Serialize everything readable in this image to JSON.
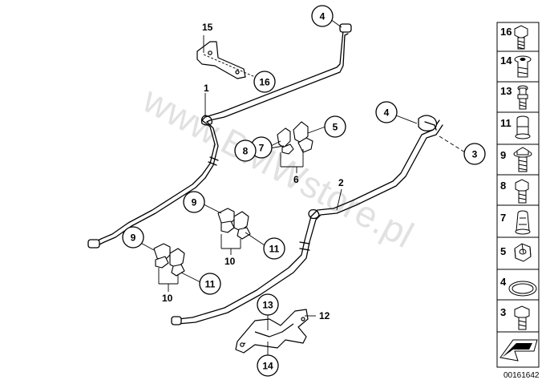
{
  "diagram": {
    "circled_callouts": [
      {
        "id": "c4a",
        "label": "4"
      },
      {
        "id": "c16",
        "label": "16"
      },
      {
        "id": "c5",
        "label": "5"
      },
      {
        "id": "c7",
        "label": "7"
      },
      {
        "id": "c8",
        "label": "8"
      },
      {
        "id": "c4b",
        "label": "4"
      },
      {
        "id": "c3",
        "label": "3"
      },
      {
        "id": "c9a",
        "label": "9"
      },
      {
        "id": "c11a",
        "label": "11"
      },
      {
        "id": "c9b",
        "label": "9"
      },
      {
        "id": "c11b",
        "label": "11"
      },
      {
        "id": "c13",
        "label": "13"
      },
      {
        "id": "c14",
        "label": "14"
      }
    ],
    "plain_labels": [
      {
        "id": "p15",
        "label": "15"
      },
      {
        "id": "p1",
        "label": "1"
      },
      {
        "id": "p6",
        "label": "6"
      },
      {
        "id": "p2",
        "label": "2"
      },
      {
        "id": "p10a",
        "label": "10"
      },
      {
        "id": "p10b",
        "label": "10"
      },
      {
        "id": "p12",
        "label": "12"
      }
    ],
    "watermark": "www.BMWstore.pl"
  },
  "legend": {
    "items": [
      {
        "label": "16",
        "icon": "bolt-icon"
      },
      {
        "label": "14",
        "icon": "rivet-icon"
      },
      {
        "label": "13",
        "icon": "stud-bolt-icon"
      },
      {
        "label": "11",
        "icon": "nut-sleeve-icon"
      },
      {
        "label": "9",
        "icon": "washer-bolt-icon"
      },
      {
        "label": "8",
        "icon": "hex-bolt-icon"
      },
      {
        "label": "7",
        "icon": "clip-nut-icon"
      },
      {
        "label": "5",
        "icon": "hex-nut-icon"
      },
      {
        "label": "4",
        "icon": "seal-ring-icon"
      },
      {
        "label": "3",
        "icon": "bolt-icon"
      }
    ],
    "direction_icon": "forward-arrow-icon"
  },
  "document_id": "00161642"
}
